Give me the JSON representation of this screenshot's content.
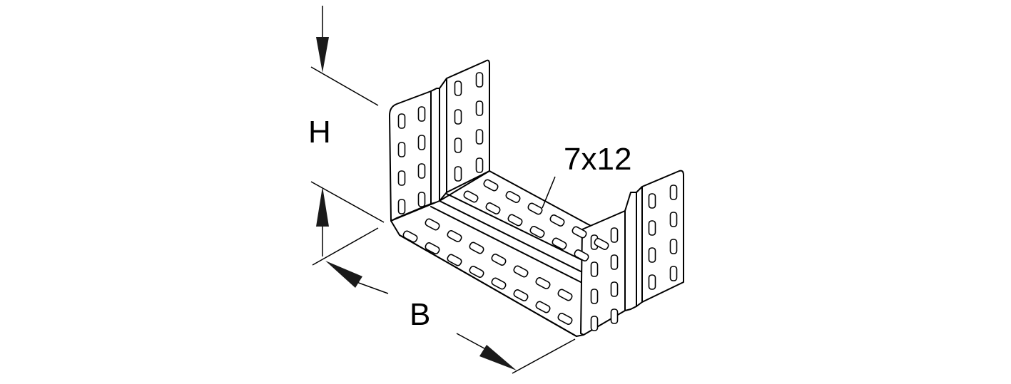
{
  "labels": {
    "height": "H",
    "width": "B",
    "hole_size": "7x12"
  },
  "colors": {
    "line": "#000000",
    "background": "#ffffff"
  }
}
